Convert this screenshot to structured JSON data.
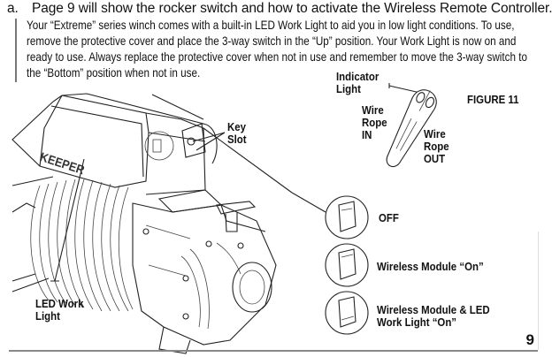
{
  "intro": {
    "marker": "a.",
    "text": "Page 9 will show the rocker switch and how to activate the Wireless Remote Controller."
  },
  "paragraph": "Your “Extreme” series winch comes with a built-in LED Work Light to aid you in low light conditions. To use, remove the protective cover and place the 3-way switch in the “Up” position. Your Work Light is now on and ready to use. Always replace the protective cover when not in use and remember to move the 3-way switch to the “Bottom” position when not in use.",
  "figure": {
    "title": "FIGURE 11",
    "brand_on_winch": "KEEPER",
    "callouts": {
      "indicator_light": [
        "Indicator",
        "Light"
      ],
      "wire_rope_in": [
        "Wire",
        "Rope",
        "IN"
      ],
      "wire_rope_out": [
        "Wire",
        "Rope",
        "OUT"
      ],
      "key_slot": [
        "Key",
        "Slot"
      ],
      "led_work_light": [
        "LED Work",
        "Light"
      ]
    },
    "switch_positions": [
      {
        "label": "OFF",
        "position": "middle"
      },
      {
        "label": "Wireless Module “On”",
        "position": "top"
      },
      {
        "label_lines": [
          "Wireless Module & LED",
          "Work Light “On”"
        ],
        "position": "bottom"
      }
    ]
  },
  "page_number": "9"
}
